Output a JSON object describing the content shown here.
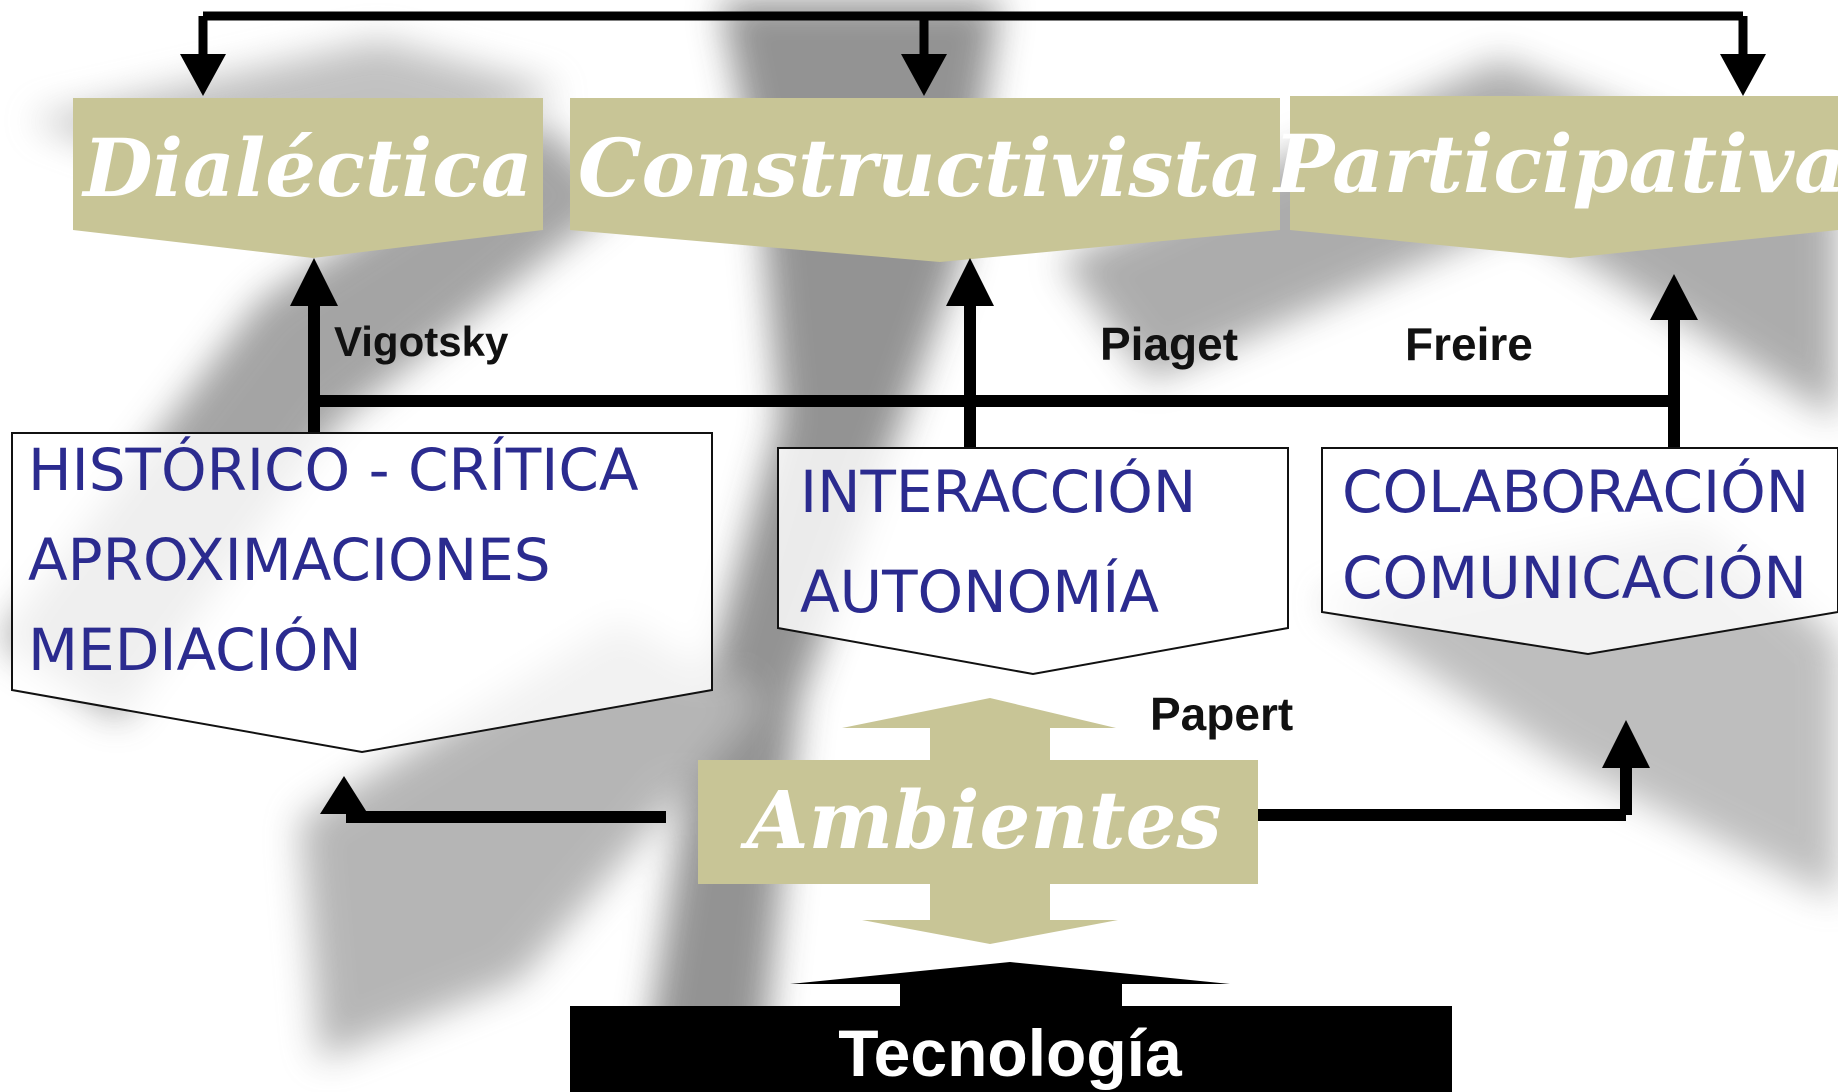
{
  "colors": {
    "khaki": "#c8c596",
    "text_blue": "#2b2b8f",
    "line": "#000000"
  },
  "concepts": {
    "dialectica": "Dialéctica",
    "constructivista": "Constructivista",
    "participativa": "Participativa",
    "ambientes": "Ambientes"
  },
  "authors": {
    "vigotsky": "Vigotsky",
    "piaget": "Piaget",
    "freire": "Freire",
    "papert": "Papert"
  },
  "boxes": {
    "historico": [
      "HISTÓRICO - CRÍTICA",
      "APROXIMACIONES",
      "MEDIACIÓN"
    ],
    "interaccion": [
      "INTERACCIÓN",
      "AUTONOMÍA"
    ],
    "colaboracion": [
      "COLABORACIÓN",
      "COMUNICACIÓN"
    ]
  },
  "base": {
    "tecnologia": "Tecnología"
  }
}
